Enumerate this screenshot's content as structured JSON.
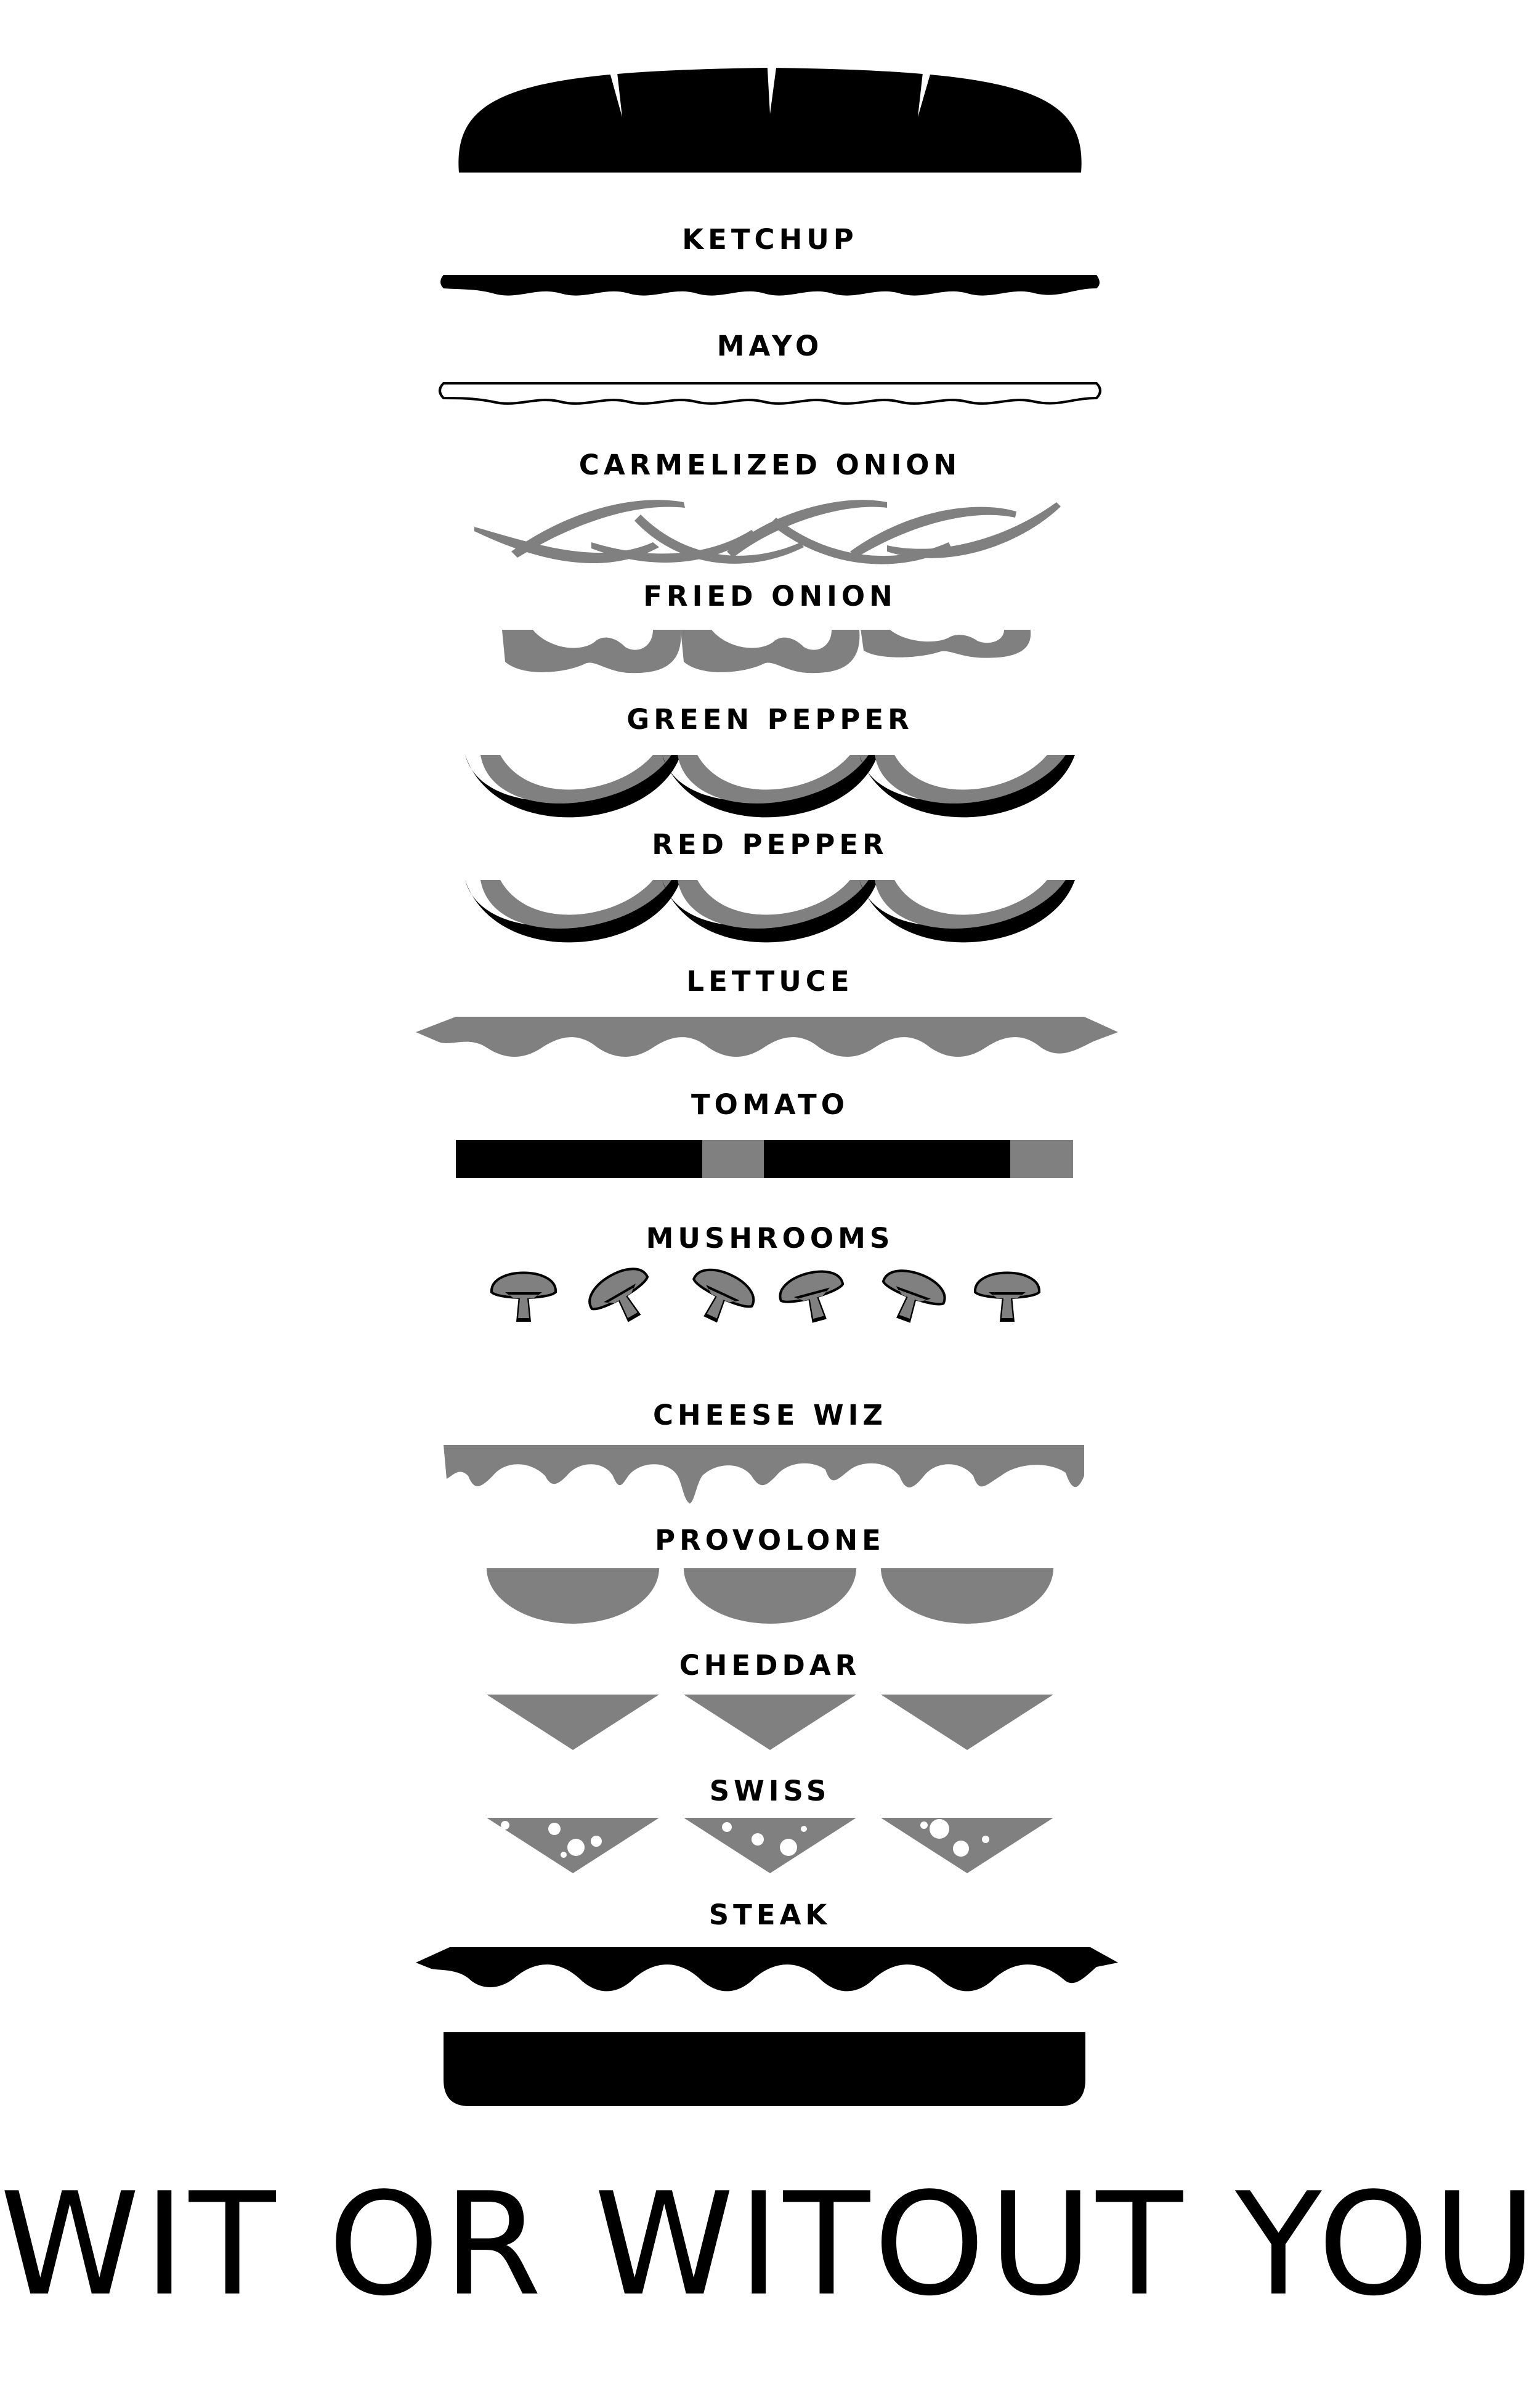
{
  "poster": {
    "headline": "WIT OR WITOUT YOU",
    "colors": {
      "ink": "#000000",
      "filling": "#808080",
      "paper": "#ffffff"
    },
    "layers": [
      {
        "key": "ketchup",
        "label": "KETCHUP"
      },
      {
        "key": "mayo",
        "label": "MAYO"
      },
      {
        "key": "carmelized_onion",
        "label": "CARMELIZED ONION"
      },
      {
        "key": "fried_onion",
        "label": "FRIED ONION"
      },
      {
        "key": "green_pepper",
        "label": "GREEN PEPPER"
      },
      {
        "key": "red_pepper",
        "label": "RED PEPPER"
      },
      {
        "key": "lettuce",
        "label": "LETTUCE"
      },
      {
        "key": "tomato",
        "label": "TOMATO"
      },
      {
        "key": "mushrooms",
        "label": "MUSHROOMS"
      },
      {
        "key": "cheese_wiz",
        "label": "CHEESE WIZ"
      },
      {
        "key": "provolone",
        "label": "PROVOLONE"
      },
      {
        "key": "cheddar",
        "label": "CHEDDAR"
      },
      {
        "key": "swiss",
        "label": "SWISS"
      },
      {
        "key": "steak",
        "label": "STEAK"
      }
    ]
  }
}
